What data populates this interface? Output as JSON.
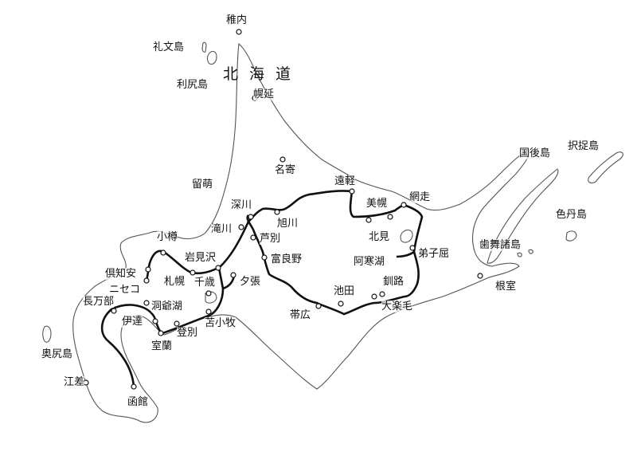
{
  "title": "北海道",
  "colors": {
    "coast": "#555555",
    "rail": "#111111",
    "station_fill": "#ffffff"
  },
  "islands": {
    "rebun": "礼文島",
    "rishiri": "利尻島",
    "okushiri": "奥尻島",
    "kunashiri": "国後島",
    "etorofu": "択捉島",
    "shikotan": "色丹島",
    "habomai": "歯舞諸島"
  },
  "places": {
    "wakkanai": "稚内",
    "horonobe": "幌延",
    "nayoro": "名寄",
    "rumoi": "留萌",
    "engaru": "遠軽",
    "fukagawa": "深川",
    "abashiri": "網走",
    "bihoro": "美幌",
    "asahikawa": "旭川",
    "takikawa": "滝川",
    "ashibetsu": "芦別",
    "otaru": "小樽",
    "kitami": "北見",
    "iwamizawa": "岩見沢",
    "furano": "富良野",
    "teshikaga": "弟子屈",
    "akanko": "阿寒湖",
    "kutchan": "倶知安",
    "niseko": "ニセコ",
    "sapporo": "札幌",
    "chitose": "千歳",
    "yubari": "夕張",
    "oshamambe": "長万部",
    "kushiro": "釧路",
    "ikeda": "池田",
    "nemuro": "根室",
    "toyako": "洞爺湖",
    "date": "伊達",
    "otanoshike": "大楽毛",
    "obihiro": "帯広",
    "tomakomai": "苫小牧",
    "noboribetsu": "登別",
    "muroran": "室蘭",
    "esashi": "江差",
    "hakodate": "函館"
  }
}
